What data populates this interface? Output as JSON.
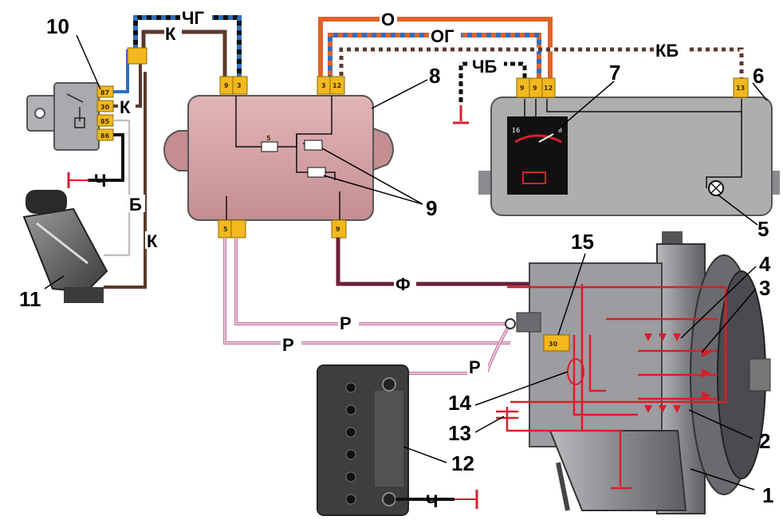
{
  "labels": {
    "n1": "1",
    "n2": "2",
    "n3": "3",
    "n4": "4",
    "n5": "5",
    "n6": "6",
    "n7": "7",
    "n8": "8",
    "n9": "9",
    "n10": "10",
    "n11": "11",
    "n12": "12",
    "n13": "13",
    "n14": "14",
    "n15": "15"
  },
  "wires": {
    "chg": "ЧГ",
    "k_top": "К",
    "o": "О",
    "og": "ОГ",
    "kb": "КБ",
    "chb": "ЧБ",
    "k_relay": "К",
    "ch_relay": "Ч",
    "b": "Б",
    "k_left": "К",
    "f": "Ф",
    "r1": "Р",
    "r2": "Р",
    "r3": "Р",
    "ch_batt": "Ч"
  },
  "pins": {
    "block_top_1": "9",
    "block_top_2": "3",
    "block_top_3": "3",
    "block_top_4": "12",
    "block_bot_1": "5",
    "block_bot_2": "9",
    "panel_1": "9",
    "panel_2": "9",
    "panel_3": "12",
    "panel_4": "13",
    "relay_87": "87",
    "relay_30": "30",
    "relay_85": "85",
    "relay_86": "86",
    "panel_inner_16": "16",
    "panel_inner_8": "8",
    "fuse_block_label": "5",
    "alt_conn": "30"
  },
  "colors": {
    "red_wire": "#d4202c",
    "pink_wire": "#c77aa2",
    "brown_wire": "#5a3a2e",
    "orange_wire": "#e0622a",
    "blue_wire": "#2d6fc0",
    "connector": "#f2b81e",
    "block_fill": "#d7a1a4",
    "panel_fill": "#aeaeb0",
    "alt_fill": "#8e8f93",
    "battery_fill": "#3e3e40"
  }
}
